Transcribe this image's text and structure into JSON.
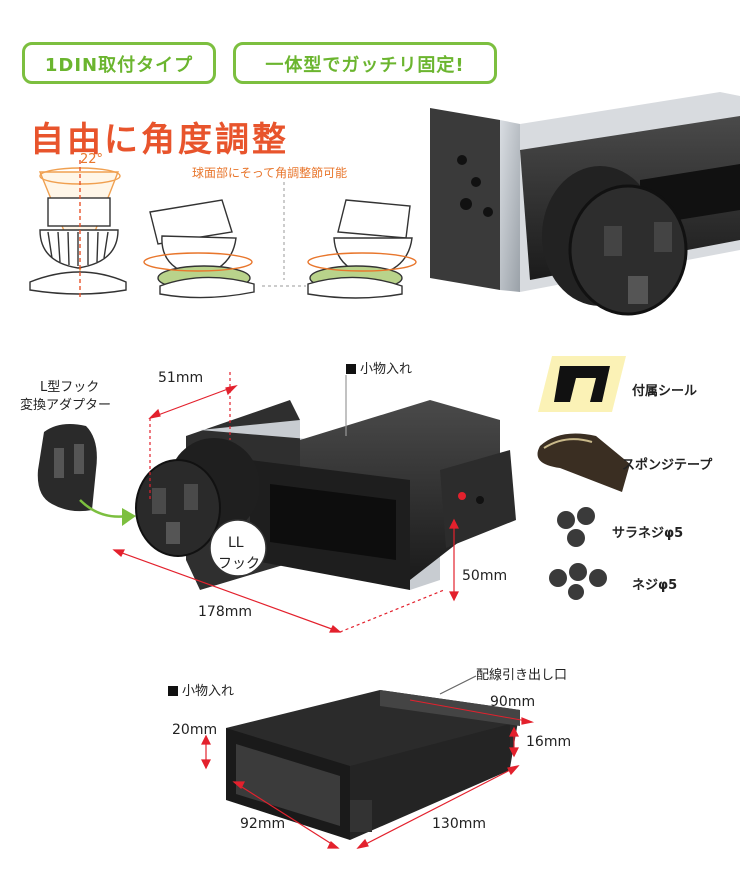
{
  "badges": {
    "left": "1DIN取付タイプ",
    "right": "一体型でガッチリ固定!"
  },
  "headline": "自由に角度調整",
  "angle_label": "22°",
  "ball_note": "球面部にそって角調整節可能",
  "main_diagram": {
    "adapter_label_line1": "L型フック",
    "adapter_label_line2": "変換アダプター",
    "dim_depth_top": "51mm",
    "pocket_label": "小物入れ",
    "ll_line1": "LL",
    "ll_line2": "フック",
    "dim_height": "50mm",
    "dim_length": "178mm"
  },
  "accessories": {
    "sticker": "付属シール",
    "sponge": "スポンジテープ",
    "countersunk": "サラネジφ5",
    "screw": "ネジφ5"
  },
  "pocket_diagram": {
    "title": "小物入れ",
    "cable_outlet": "配線引き出し口",
    "dim_width": "90mm",
    "dim_height_outer": "20mm",
    "dim_height_inner": "16mm",
    "dim_front": "92mm",
    "dim_depth": "130mm"
  },
  "colors": {
    "green": "#7cbf3f",
    "orange": "#e8542c",
    "red_dim": "#e3212d"
  }
}
